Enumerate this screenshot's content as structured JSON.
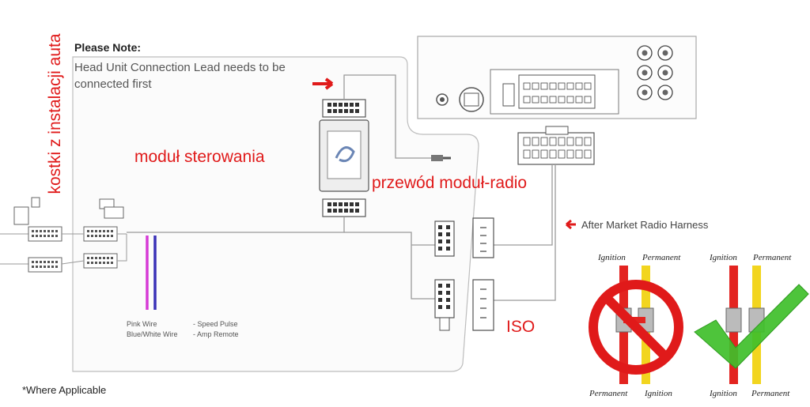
{
  "note": {
    "heading": "Please Note:",
    "body": "Head Unit Connection Lead needs to be connected first"
  },
  "labels": {
    "side_vertical": "kostki z instalacji auta",
    "module": "moduł sterowania",
    "cable": "przewód moduł-radio",
    "iso": "ISO",
    "harness": "After Market Radio Harness",
    "where_applicable": "*Where Applicable"
  },
  "wires": [
    {
      "name": "Pink Wire",
      "function": "- Speed Pulse",
      "color": "#d63ad6"
    },
    {
      "name": "Blue/White Wire",
      "function": "- Amp Remote",
      "color": "#3a32b8"
    }
  ],
  "ignition_diagrams": {
    "wrong": {
      "top_left": "Ignition",
      "top_right": "Permanent",
      "bottom_left": "Permanent",
      "bottom_right": "Ignition",
      "status": "prohibited"
    },
    "right": {
      "top_left": "Ignition",
      "top_right": "Permanent",
      "bottom_left": "Ignition",
      "bottom_right": "Permanent",
      "status": "correct"
    }
  },
  "colors": {
    "accent_red": "#e01a1a",
    "wire_red": "#e32420",
    "wire_yellow": "#f2d51f",
    "check_green": "#3fbf2a",
    "line_gray": "#9a9a9a"
  }
}
